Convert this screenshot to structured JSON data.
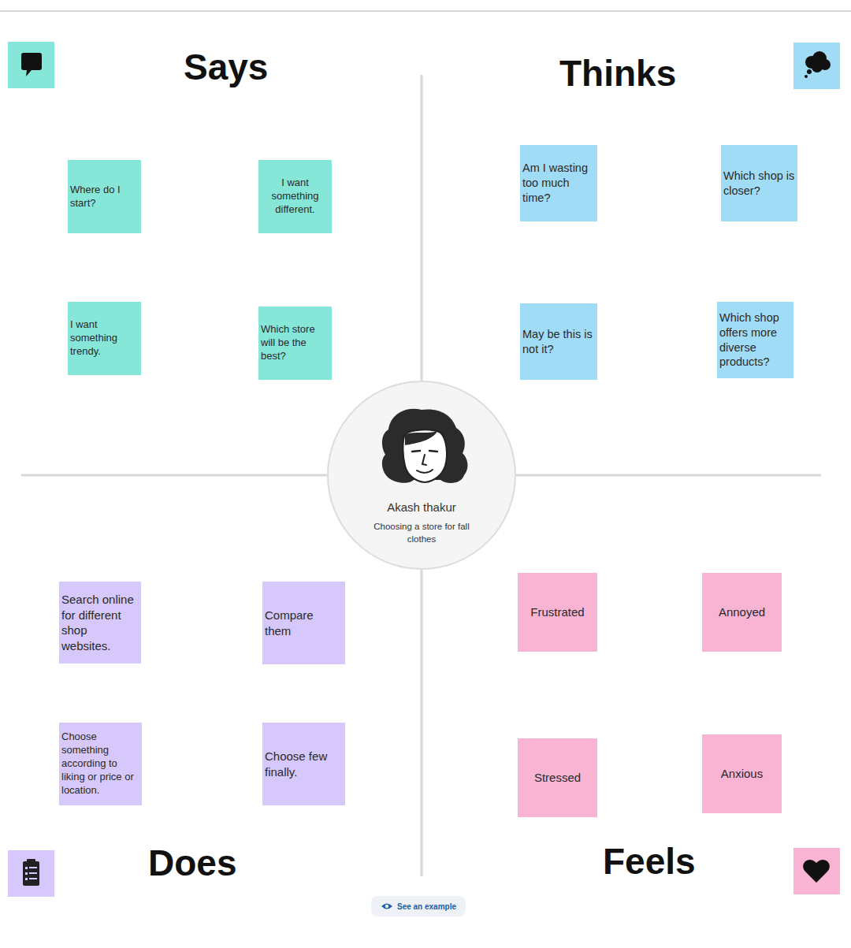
{
  "diagram": {
    "nodes": [
      {
        "text": [
          "Where do I start?"
        ]
      },
      {
        "text": [
          "I want something different."
        ]
      },
      {
        "text": [
          "I want something trendy."
        ]
      },
      {
        "text": [
          "Which store will be the best?"
        ]
      },
      {
        "text": [
          "Am I wasting too much time?"
        ]
      },
      {
        "text": [
          "Which shop is closer?"
        ]
      },
      {
        "text": [
          "May be this is not it?"
        ]
      },
      {
        "text": [
          "Which shop offers more diverse products?"
        ]
      },
      {
        "text": [
          "Akash thakur",
          "Choosing a store for fall clothes"
        ]
      },
      {
        "text": [
          "Search online for different shop websites."
        ]
      },
      {
        "text": [
          "Compare them"
        ]
      },
      {
        "text": [
          "Choose something according to liking or price or location."
        ]
      },
      {
        "text": [
          "Choose few finally."
        ]
      },
      {
        "text": [
          "Frustrated"
        ]
      },
      {
        "text": [
          "Annoyed"
        ]
      },
      {
        "text": [
          "Stressed"
        ]
      },
      {
        "text": [
          "Anxious"
        ]
      },
      {
        "text": [
          "See an example"
        ]
      }
    ],
    "labels": [
      "Says",
      "Thinks",
      "Does",
      "Feels"
    ]
  }
}
